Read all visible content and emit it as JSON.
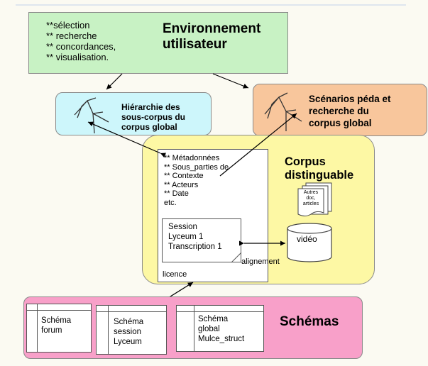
{
  "environment": {
    "items": [
      "**sélection",
      "** recherche",
      "** concordances,",
      "** visualisation."
    ],
    "title_line1": "Environnement",
    "title_line2": "utilisateur"
  },
  "hierarchy": {
    "line1": "Hiérarchie des",
    "line2": "sous-corpus du",
    "line3": "corpus global"
  },
  "scenarios": {
    "line1": "Scénarios péda et",
    "line2": "recherche du",
    "line3": "corpus global"
  },
  "corpus": {
    "title_line1": "Corpus",
    "title_line2": "distinguable",
    "metadata": [
      "** Métadonnées",
      "** Sous_parties de",
      "** Contexte",
      "** Acteurs",
      "** Date",
      "etc."
    ],
    "licence": "licence",
    "session": [
      "Session",
      "Lyceum 1",
      "Transcription 1"
    ],
    "alignement": "alignement",
    "video": "vidéo",
    "other_docs": [
      "Autres",
      "doc,",
      "articles"
    ]
  },
  "schemas": {
    "title": "Schémas",
    "boxes": [
      {
        "lines": [
          "Schéma",
          "forum"
        ]
      },
      {
        "lines": [
          "Schéma",
          "session",
          "Lyceum"
        ]
      },
      {
        "lines": [
          "Schéma",
          "global",
          "Mulce_struct"
        ]
      }
    ]
  },
  "colors": {
    "environment_bg": "#c8f2c4",
    "hierarchy_bg": "#cdf6fb",
    "scenarios_bg": "#f8c69c",
    "corpus_bg": "#fdf8a4",
    "schemas_bg": "#f8a0c9"
  }
}
